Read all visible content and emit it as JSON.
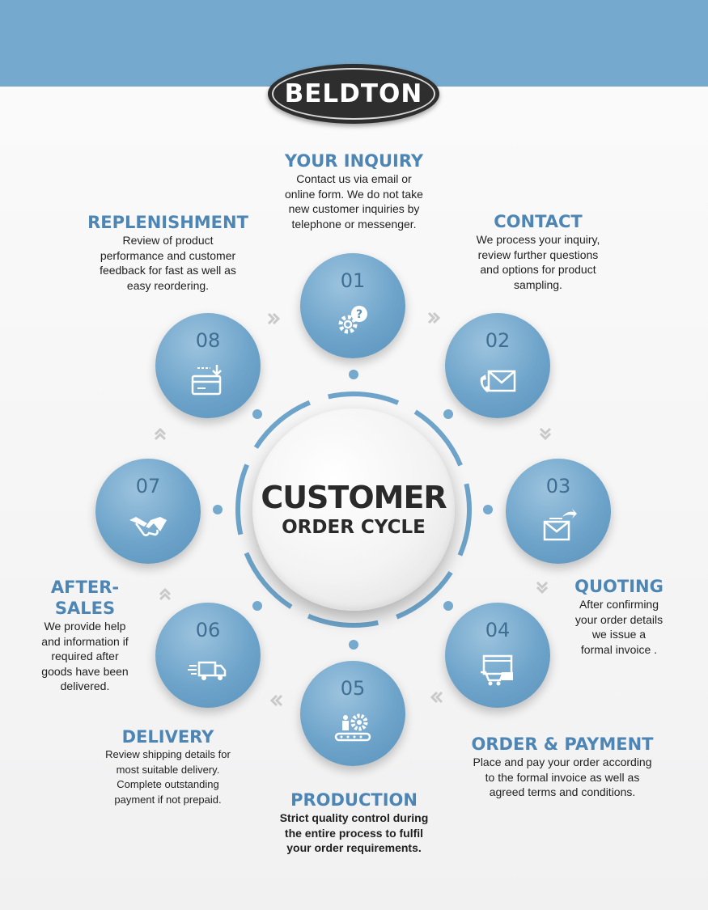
{
  "brand": {
    "name": "BELDTON"
  },
  "colors": {
    "accent": "#75a9cd",
    "heading": "#4d86b4",
    "circle": "#6ea4ca",
    "dark": "#2a2a2a"
  },
  "center": {
    "title": "CUSTOMER",
    "subtitle": "ORDER CYCLE"
  },
  "steps": [
    {
      "number": "01",
      "title": "YOUR INQUIRY",
      "icon": "gear-question-icon",
      "lines": [
        "Contact us via email or",
        "online form. We do not take",
        "new customer inquiries by",
        "telephone or messenger."
      ]
    },
    {
      "number": "02",
      "title": "CONTACT",
      "icon": "phone-envelope-icon",
      "lines": [
        "We process your inquiry,",
        "review further questions",
        "and options for product",
        "sampling."
      ]
    },
    {
      "number": "03",
      "title": "QUOTING",
      "icon": "envelope-send-icon",
      "lines": [
        "After confirming",
        "your order details",
        "we issue a",
        "formal invoice ."
      ]
    },
    {
      "number": "04",
      "title": "ORDER & PAYMENT",
      "icon": "cart-payment-icon",
      "lines": [
        "Place and pay your order according",
        "to the formal invoice as well as",
        "agreed terms and conditions."
      ]
    },
    {
      "number": "05",
      "title": "PRODUCTION",
      "icon": "conveyor-gear-icon",
      "lines": [
        "Strict quality control during",
        "the entire process to fulfil",
        "your order requirements."
      ]
    },
    {
      "number": "06",
      "title": "DELIVERY",
      "icon": "delivery-truck-icon",
      "lines": [
        "Review shipping details for",
        "most suitable delivery.",
        "Complete outstanding",
        "payment if not prepaid."
      ]
    },
    {
      "number": "07",
      "title": "AFTER-SALES",
      "icon": "handshake-icon",
      "lines": [
        "We provide help",
        "and information if",
        "required after",
        "goods have been",
        "delivered."
      ]
    },
    {
      "number": "08",
      "title": "REPLENISHMENT",
      "icon": "card-download-icon",
      "lines": [
        "Review of product",
        "performance and customer",
        "feedback for fast as well as",
        "easy reordering."
      ]
    }
  ]
}
